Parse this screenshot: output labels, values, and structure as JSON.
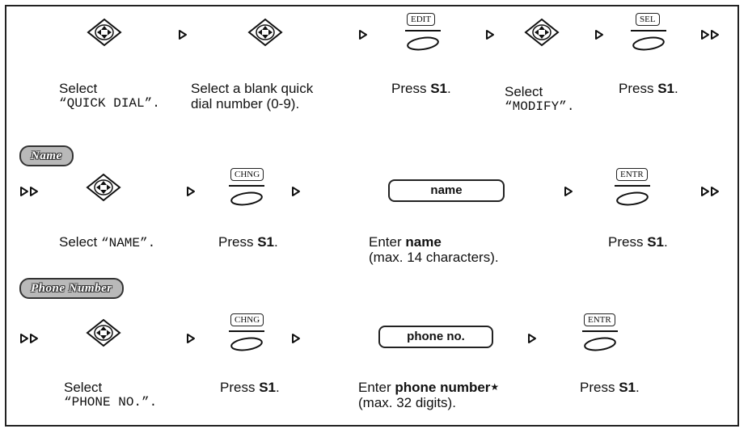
{
  "row1": {
    "step1": {
      "line1": "Select",
      "line2_mono": "“QUICK DIAL”."
    },
    "step2": {
      "line1": "Select a blank quick",
      "line2": "dial number (0-9)."
    },
    "step3": {
      "key_label": "EDIT",
      "prefix": "Press ",
      "bold": "S1",
      "suffix": "."
    },
    "step4": {
      "line1": "Select",
      "line2_mono": "“MODIFY”."
    },
    "step5": {
      "key_label": "SEL",
      "prefix": "Press ",
      "bold": "S1",
      "suffix": "."
    }
  },
  "name_section": {
    "badge": "Name",
    "step1": {
      "prefix": "Select ",
      "mono": "“NAME”."
    },
    "step2": {
      "key_label": "CHNG",
      "prefix": "Press ",
      "bold": "S1",
      "suffix": "."
    },
    "step3": {
      "field_text": "name",
      "prefix": "Enter ",
      "bold": "name",
      "line2": "(max. 14 characters)."
    },
    "step4": {
      "key_label": "ENTR",
      "prefix": "Press ",
      "bold": "S1",
      "suffix": "."
    }
  },
  "phone_section": {
    "badge": "Phone Number",
    "step1": {
      "line1": "Select",
      "line2_mono": "“PHONE NO.”."
    },
    "step2": {
      "key_label": "CHNG",
      "prefix": "Press ",
      "bold": "S1",
      "suffix": "."
    },
    "step3": {
      "field_text": "phone no.",
      "prefix": "Enter ",
      "bold": "phone number",
      "star": "★",
      "line2": "(max. 32 digits)."
    },
    "step4": {
      "key_label": "ENTR",
      "prefix": "Press ",
      "bold": "S1",
      "suffix": "."
    }
  },
  "icons": [
    "navigator-key-icon",
    "softkey-icon",
    "arrow-icon",
    "double-arrow-icon"
  ]
}
